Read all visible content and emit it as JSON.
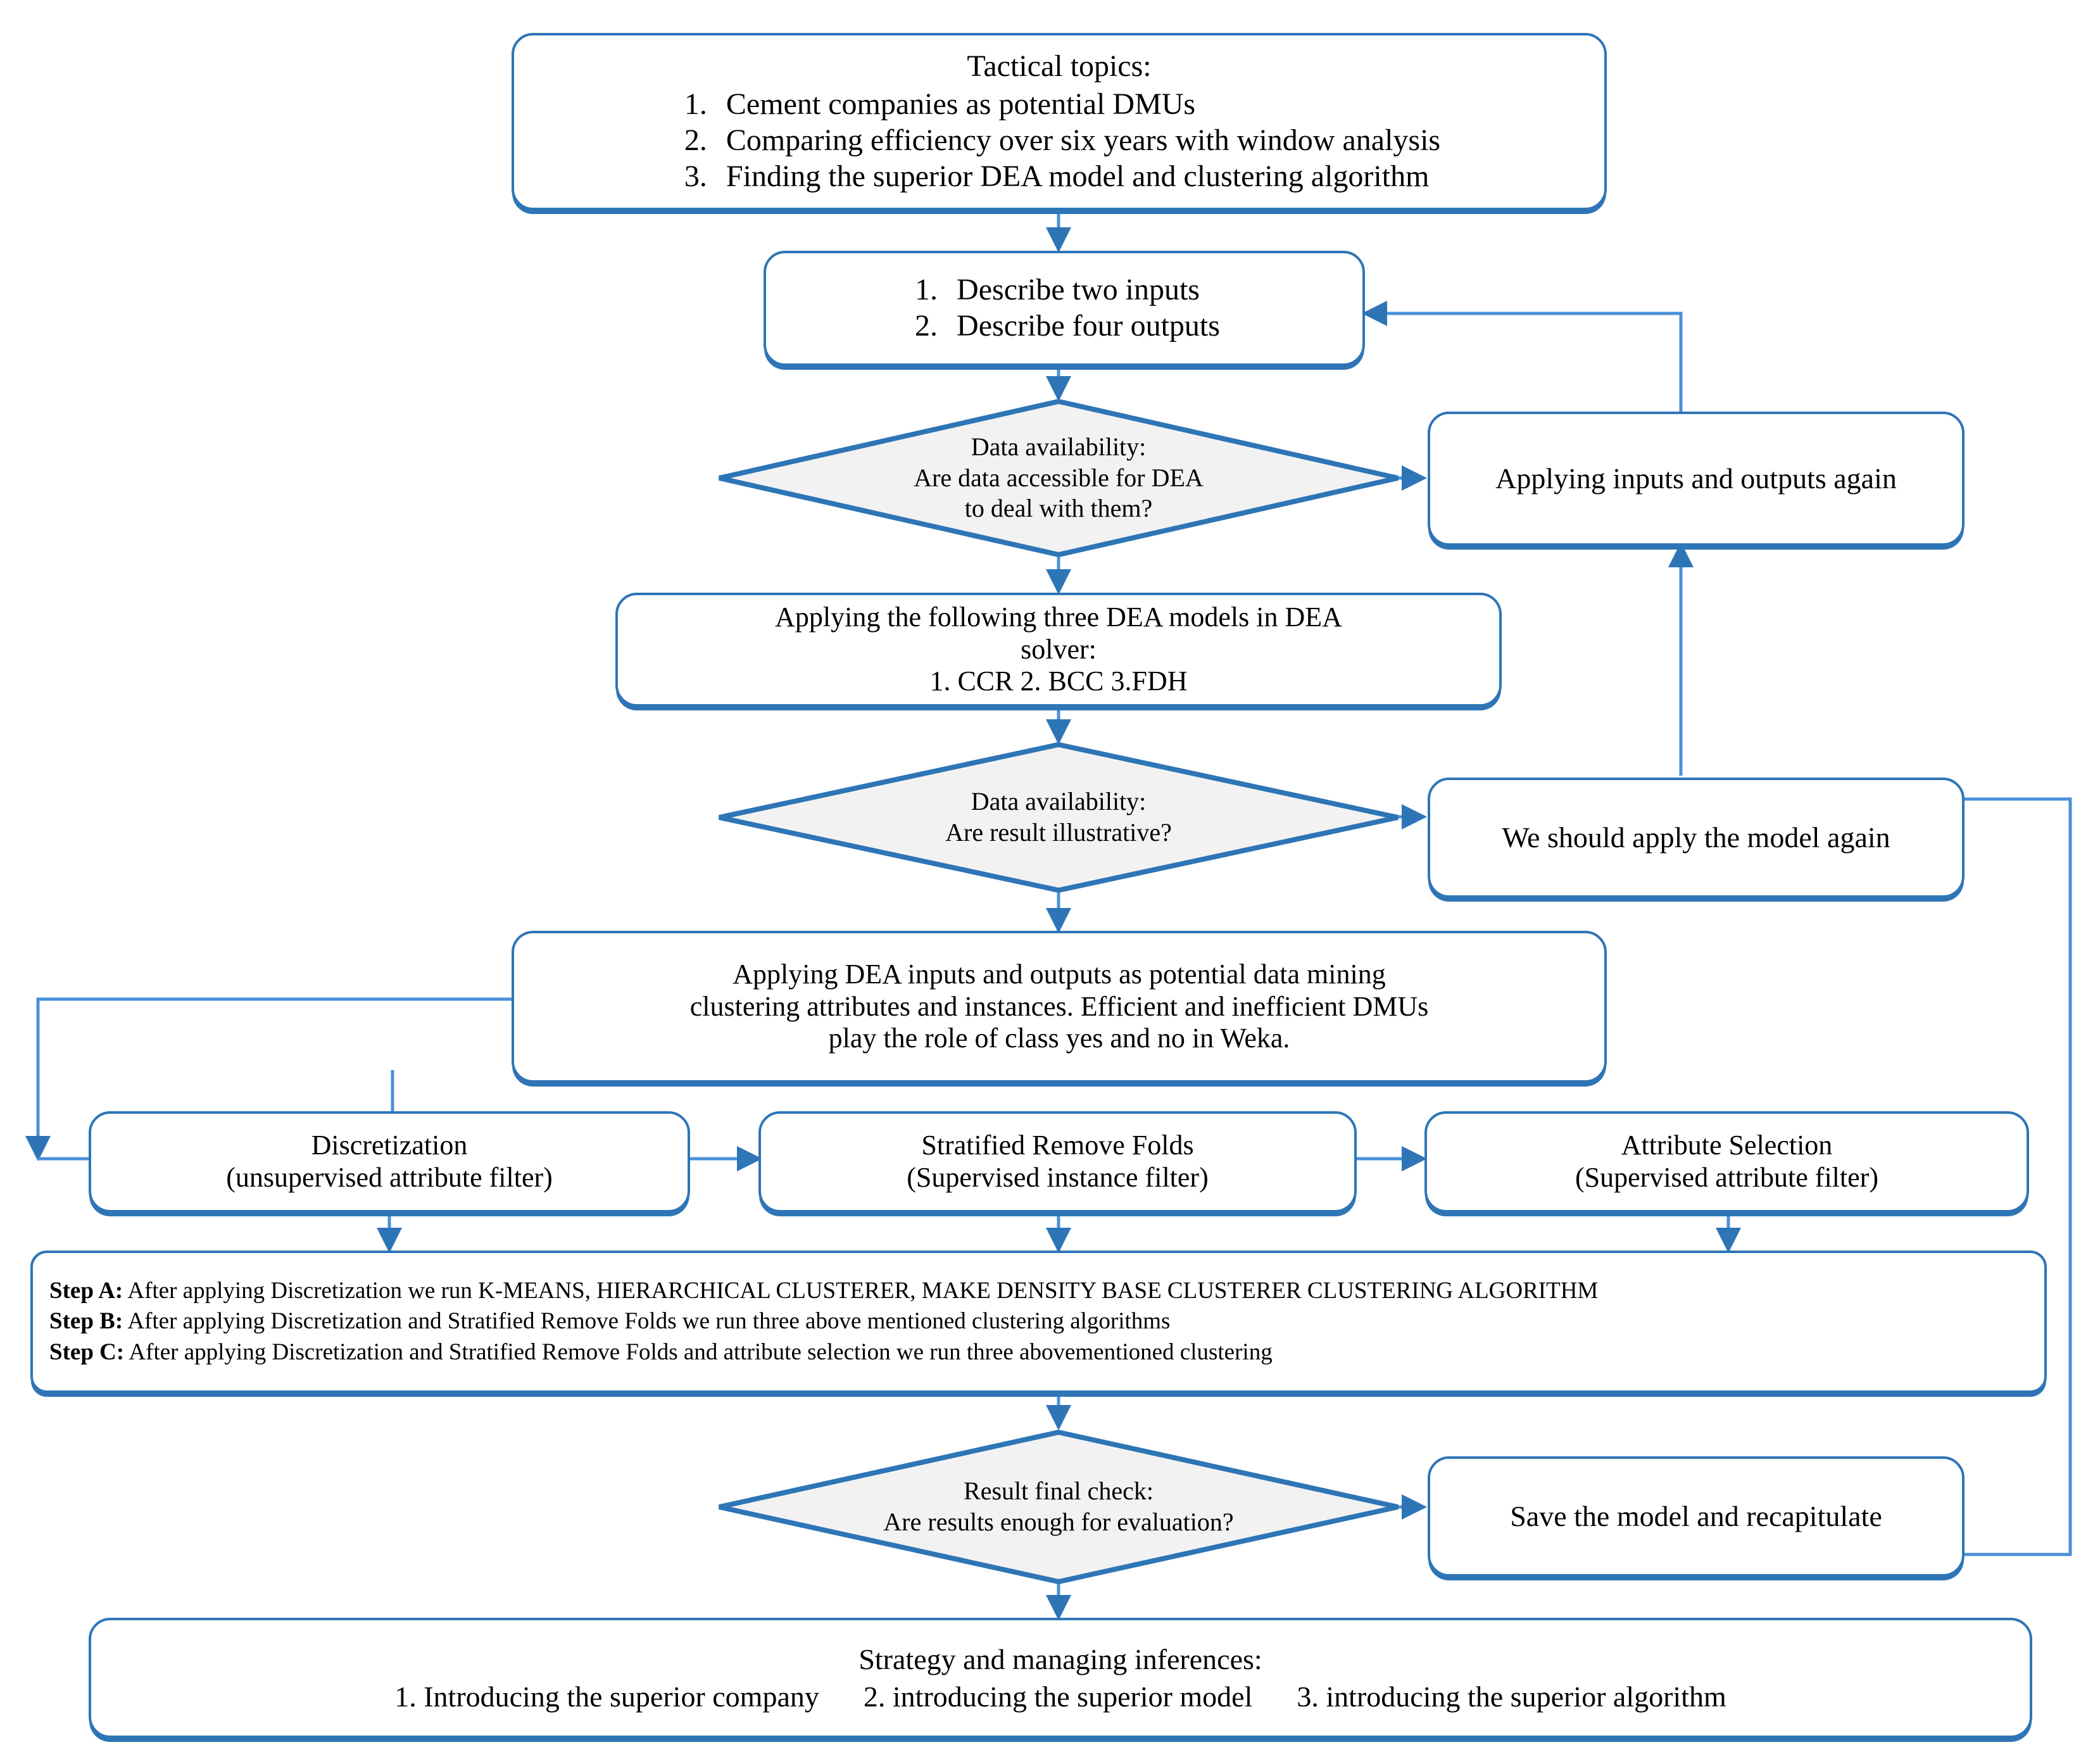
{
  "diagram": {
    "title": "DEA and data mining clustering methodology flowchart",
    "colors": {
      "stroke": "#2E75B6",
      "diamond_fill": "#F2F2F2",
      "box_fill": "#FFFFFF",
      "text": "#000000",
      "connector": "#4A90D9"
    }
  },
  "nodes": {
    "tactical_topics": {
      "heading": "Tactical topics:",
      "items": [
        {
          "num": "1.",
          "text": "Cement companies as potential DMUs"
        },
        {
          "num": "2.",
          "text": "Comparing efficiency over six years with window analysis"
        },
        {
          "num": "3.",
          "text": "Finding the superior DEA model and clustering algorithm"
        }
      ]
    },
    "describe_io": {
      "items": [
        {
          "num": "1.",
          "text": "Describe two inputs"
        },
        {
          "num": "2.",
          "text": "Describe four outputs"
        }
      ]
    },
    "decision_data_availability": {
      "line1": "Data availability:",
      "line2": "Are data accessible for DEA",
      "line3": "to deal with them?"
    },
    "apply_io_again": {
      "label": "Applying inputs and outputs again"
    },
    "dea_models": {
      "line1": "Applying the following three DEA models in DEA",
      "line2": "solver:",
      "line3": "1. CCR     2. BCC     3.FDH"
    },
    "decision_result_illustrative": {
      "line1": "Data availability:",
      "line2": "Are result illustrative?"
    },
    "apply_model_again": {
      "label": "We should apply the model again"
    },
    "dea_mining": {
      "line1": "Applying DEA inputs and outputs as potential data mining",
      "line2": "clustering attributes and instances. Efficient and inefficient DMUs",
      "line3": "play the role of class yes and no in Weka."
    },
    "discretization": {
      "line1": "Discretization",
      "line2": "(unsupervised attribute filter)"
    },
    "stratified_remove_folds": {
      "line1": "Stratified Remove Folds",
      "line2": "(Supervised instance filter)"
    },
    "attribute_selection": {
      "line1": "Attribute Selection",
      "line2": "(Supervised attribute filter)"
    },
    "steps": [
      {
        "label": "Step A:",
        "text": " After applying Discretization we run K-MEANS, HIERARCHICAL  CLUSTERER, MAKE DENSITY BASE CLUSTERER CLUSTERING ALGORITHM"
      },
      {
        "label": "Step B:",
        "text": " After applying Discretization and Stratified Remove Folds we run three above mentioned clustering algorithms"
      },
      {
        "label": "Step C:",
        "text": " After applying Discretization and Stratified Remove Folds and attribute selection we run three abovementioned clustering"
      }
    ],
    "decision_final_check": {
      "line1": "Result final check:",
      "line2": "Are results enough for evaluation?"
    },
    "save_model": {
      "label": "Save the model and recapitulate"
    },
    "strategy": {
      "heading": "Strategy and managing inferences:",
      "items": [
        "1. Introducing the superior company",
        "2. introducing the superior model",
        "3. introducing the superior algorithm"
      ]
    }
  }
}
